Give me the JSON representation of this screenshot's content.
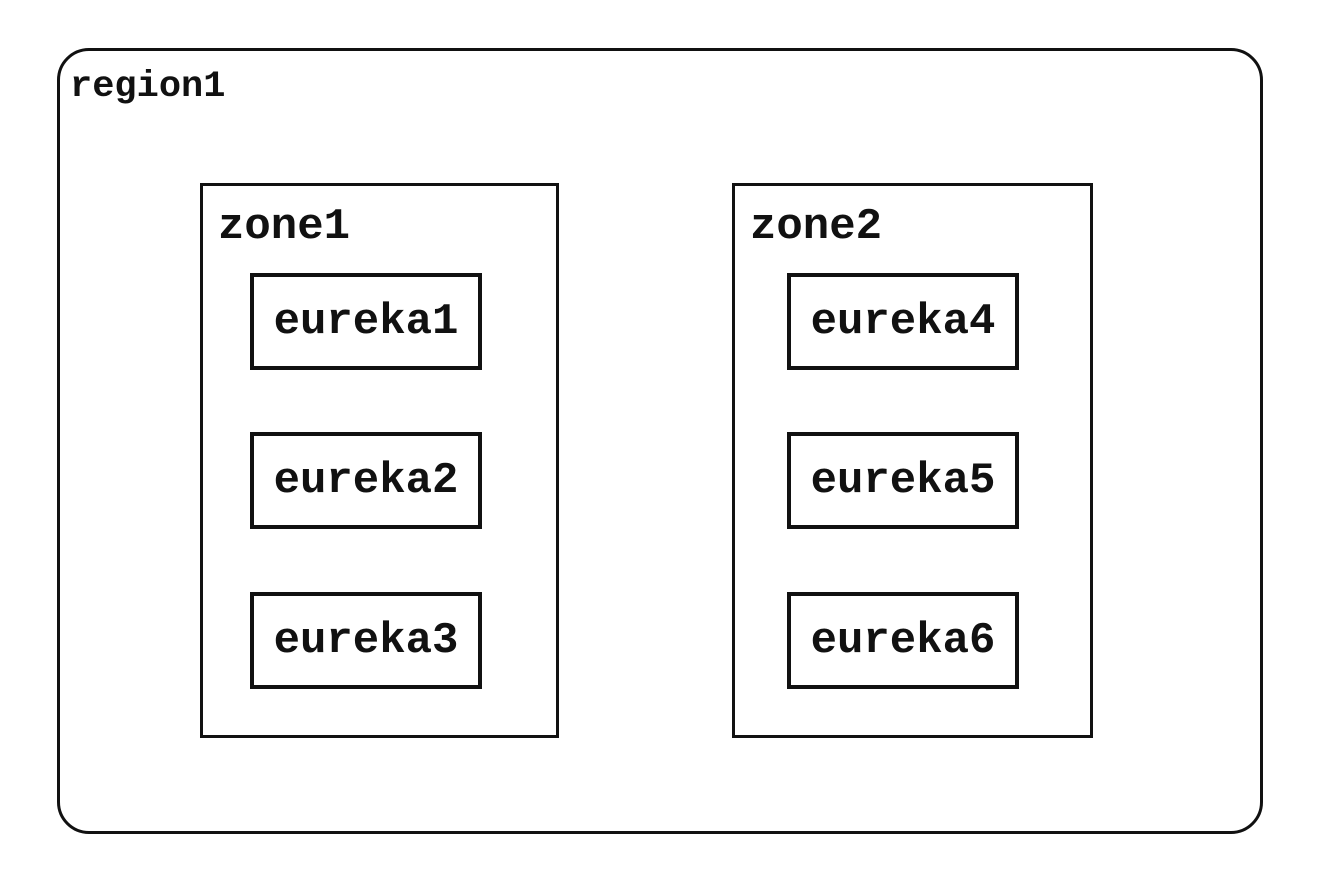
{
  "colors": {
    "background": "#ffffff",
    "line": "#111111",
    "text": "#111111"
  },
  "region": {
    "label": "region1",
    "zones": [
      {
        "label": "zone1",
        "nodes": [
          "eureka1",
          "eureka2",
          "eureka3"
        ]
      },
      {
        "label": "zone2",
        "nodes": [
          "eureka4",
          "eureka5",
          "eureka6"
        ]
      }
    ]
  }
}
